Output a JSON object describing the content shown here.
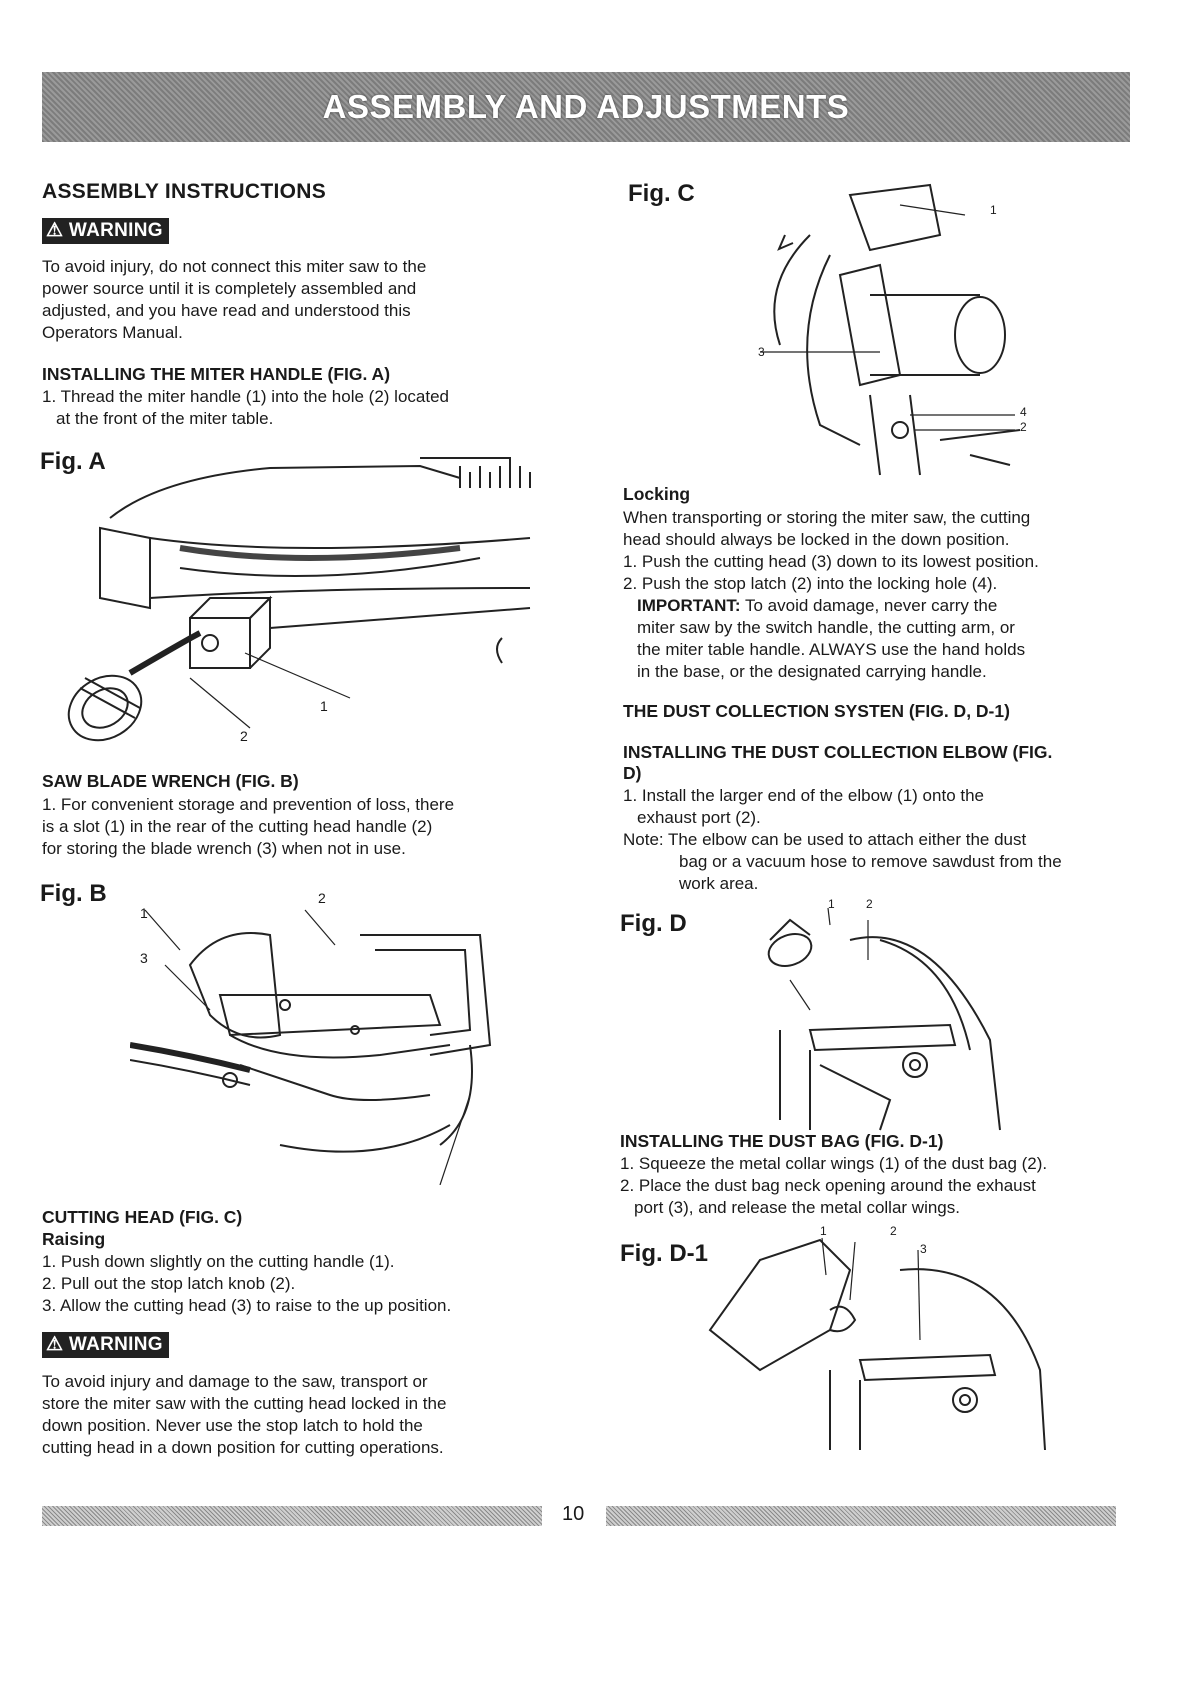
{
  "banner": "ASSEMBLY AND ADJUSTMENTS",
  "left": {
    "title": "ASSEMBLY INSTRUCTIONS",
    "warning_label": "WARNING",
    "warning_text": [
      "To avoid injury, do not connect this miter saw to the",
      "power source until it is completely assembled and",
      "adjusted, and you have read and understood this",
      "Operators Manual."
    ],
    "miter_heading": "INSTALLING THE MITER HANDLE (FIG. A)",
    "miter_steps": [
      "1. Thread the miter handle (1) into the hole (2) located",
      "at the front of the miter table."
    ],
    "figA": "Fig. A",
    "figA_callouts": [
      "1",
      "2"
    ],
    "wrench_heading": "SAW BLADE WRENCH (FIG. B)",
    "wrench_text": [
      "1. For convenient storage and prevention of loss, there",
      "is a slot (1) in the rear of the cutting head handle (2)",
      "for storing the blade wrench (3) when not in use."
    ],
    "figB": "Fig. B",
    "figB_callouts": [
      "1",
      "2",
      "3"
    ],
    "cutting_heading": "CUTTING HEAD (FIG. C)",
    "raising": "Raising",
    "raising_steps": [
      "1. Push down slightly on the cutting handle (1).",
      "2. Pull out the stop latch knob (2).",
      "3. Allow the cutting head (3) to raise to the up position."
    ],
    "warning2_label": "WARNING",
    "warning2_text": [
      "To avoid injury and damage to the saw, transport or",
      "store the miter saw with the cutting head locked in the",
      "down position. Never use the stop latch to hold the",
      "cutting head in a down position for cutting operations."
    ]
  },
  "right": {
    "figC": "Fig. C",
    "figC_callouts": [
      "1",
      "3",
      "4",
      "2"
    ],
    "locking": "Locking",
    "locking_text": [
      "When transporting or storing the miter saw, the cutting",
      "head should always be locked in the down position."
    ],
    "locking_steps": [
      "1. Push the cutting head (3) down to its lowest position.",
      "2. Push the stop latch (2) into the locking hole (4)."
    ],
    "important_label": "IMPORTANT:",
    "important_text": [
      " To avoid damage, never carry the",
      "miter saw by the switch handle, the cutting arm, or",
      "the miter table handle. ALWAYS use the hand holds",
      "in the base, or the designated carrying handle."
    ],
    "dust_heading": "THE DUST COLLECTION SYSTEN (FIG. D, D-1)",
    "elbow_heading": [
      "INSTALLING THE DUST COLLECTION ELBOW (FIG.",
      "D)"
    ],
    "elbow_steps": [
      "1. Install the larger end of the elbow (1) onto the",
      "exhaust port (2)."
    ],
    "note": [
      "Note: The elbow can be used to attach either the dust",
      "bag or a vacuum hose to remove sawdust from the",
      "work area."
    ],
    "figD": "Fig. D",
    "figD_callouts": [
      "1",
      "2"
    ],
    "bag_heading": "INSTALLING THE DUST BAG (FIG. D-1)",
    "bag_steps": [
      "1. Squeeze the metal collar wings (1) of the dust bag (2).",
      "2. Place the dust bag neck opening around the exhaust",
      "port (3), and release the metal collar wings."
    ],
    "figD1": "Fig. D-1",
    "figD1_callouts": [
      "1",
      "2",
      "3"
    ]
  },
  "page_number": "10"
}
